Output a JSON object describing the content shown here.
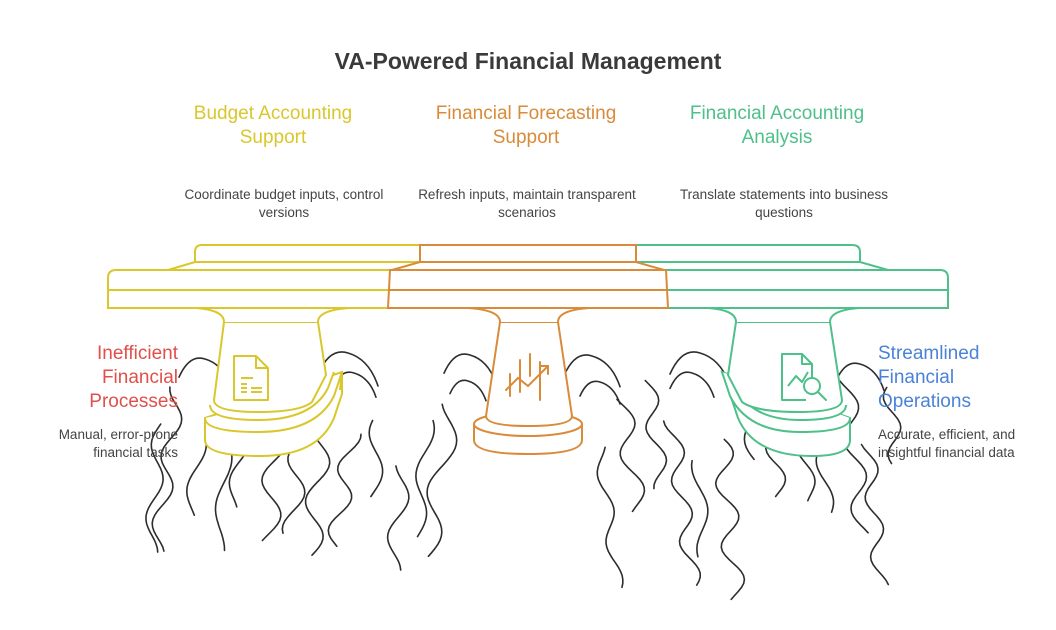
{
  "title": "VA-Powered Financial Management",
  "colors": {
    "yellow": "#D9C72B",
    "orange": "#D98B3A",
    "green": "#4EC08A",
    "red": "#E0504A",
    "blue": "#4A82D8",
    "ink": "#2d2d2d"
  },
  "pillars": [
    {
      "title": "Budget Accounting Support",
      "desc": "Coordinate budget inputs, control versions",
      "icon": "budget-document-icon",
      "color": "#D9C72B"
    },
    {
      "title": "Financial Forecasting Support",
      "desc": "Refresh inputs, maintain transparent scenarios",
      "icon": "forecast-chart-icon",
      "color": "#D98B3A"
    },
    {
      "title": "Financial Accounting Analysis",
      "desc": "Translate statements into business questions",
      "icon": "analysis-report-icon",
      "color": "#4EC08A"
    }
  ],
  "left": {
    "title": "Inefficient Financial Processes",
    "desc": "Manual, error-prone financial tasks",
    "color": "#E0504A"
  },
  "right": {
    "title": "Streamlined Financial Operations",
    "desc": "Accurate, efficient, and insightful financial data",
    "color": "#4A82D8"
  }
}
